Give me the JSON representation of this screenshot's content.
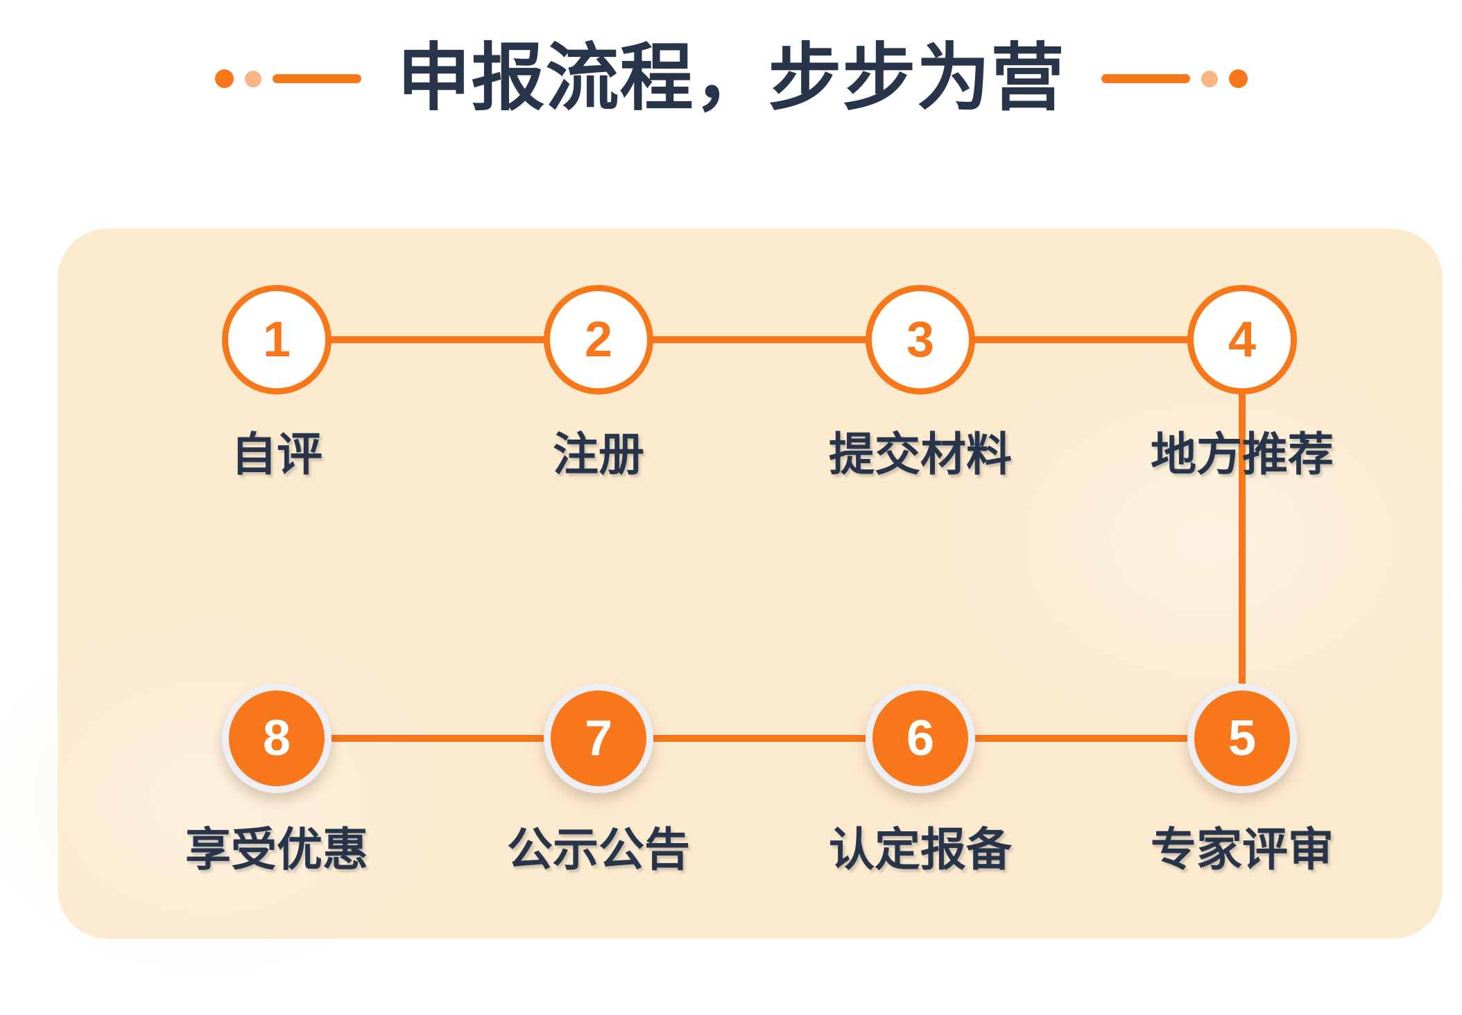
{
  "header": {
    "title": "申报流程，步步为营"
  },
  "colors": {
    "accent_orange": "#f7771a",
    "light_orange_dot": "#f9b584",
    "card_background": "#fceacf",
    "text_navy": "#273449",
    "circle_white": "#ffffff"
  },
  "flow_card": {
    "top_row": [
      {
        "number": "1",
        "label": "自评"
      },
      {
        "number": "2",
        "label": "注册"
      },
      {
        "number": "3",
        "label": "提交材料"
      },
      {
        "number": "4",
        "label": "地方推荐"
      }
    ],
    "bottom_row": [
      {
        "number": "8",
        "label": "享受优惠"
      },
      {
        "number": "7",
        "label": "公示公告"
      },
      {
        "number": "6",
        "label": "认定报备"
      },
      {
        "number": "5",
        "label": "专家评审"
      }
    ]
  }
}
